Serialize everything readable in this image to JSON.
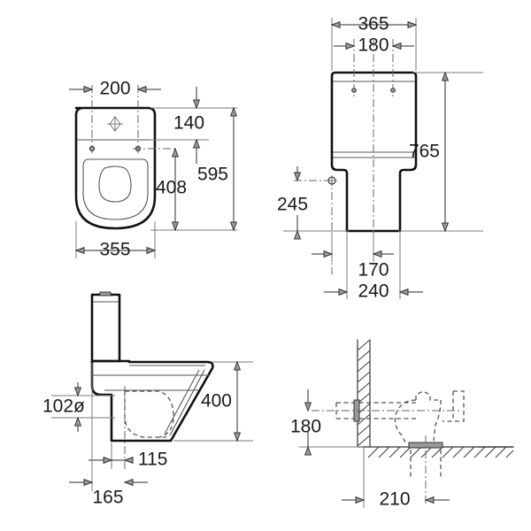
{
  "drawing": {
    "title": "WC pan and cistern dimensional drawing",
    "units": "mm",
    "line_color": "#111111",
    "dim_color": "#555555",
    "text_color": "#1a1a1a"
  },
  "views": {
    "plan": {
      "name": "plan-view-top-left",
      "dims": {
        "fixing_centres": "200",
        "seat_to_fixing": "140",
        "bowl_length_inner": "408",
        "overall_length": "595",
        "overall_width": "355"
      }
    },
    "front": {
      "name": "front-elevation-top-right",
      "dims": {
        "cistern_width": "365",
        "fixing_centres": "180",
        "overall_height": "765",
        "inlet_height": "245",
        "pedestal_waist": "170",
        "pedestal_width": "240"
      }
    },
    "side": {
      "name": "side-elevation-bottom-left",
      "dims": {
        "outlet_diameter": "102ø",
        "seat_height": "400",
        "outlet_centre_from_back": "115",
        "projection_to_outlet": "165"
      }
    },
    "detail": {
      "name": "outlet-detail-bottom-right",
      "dims": {
        "outlet_centre_height": "180",
        "outlet_centre_from_wall": "210"
      }
    }
  }
}
